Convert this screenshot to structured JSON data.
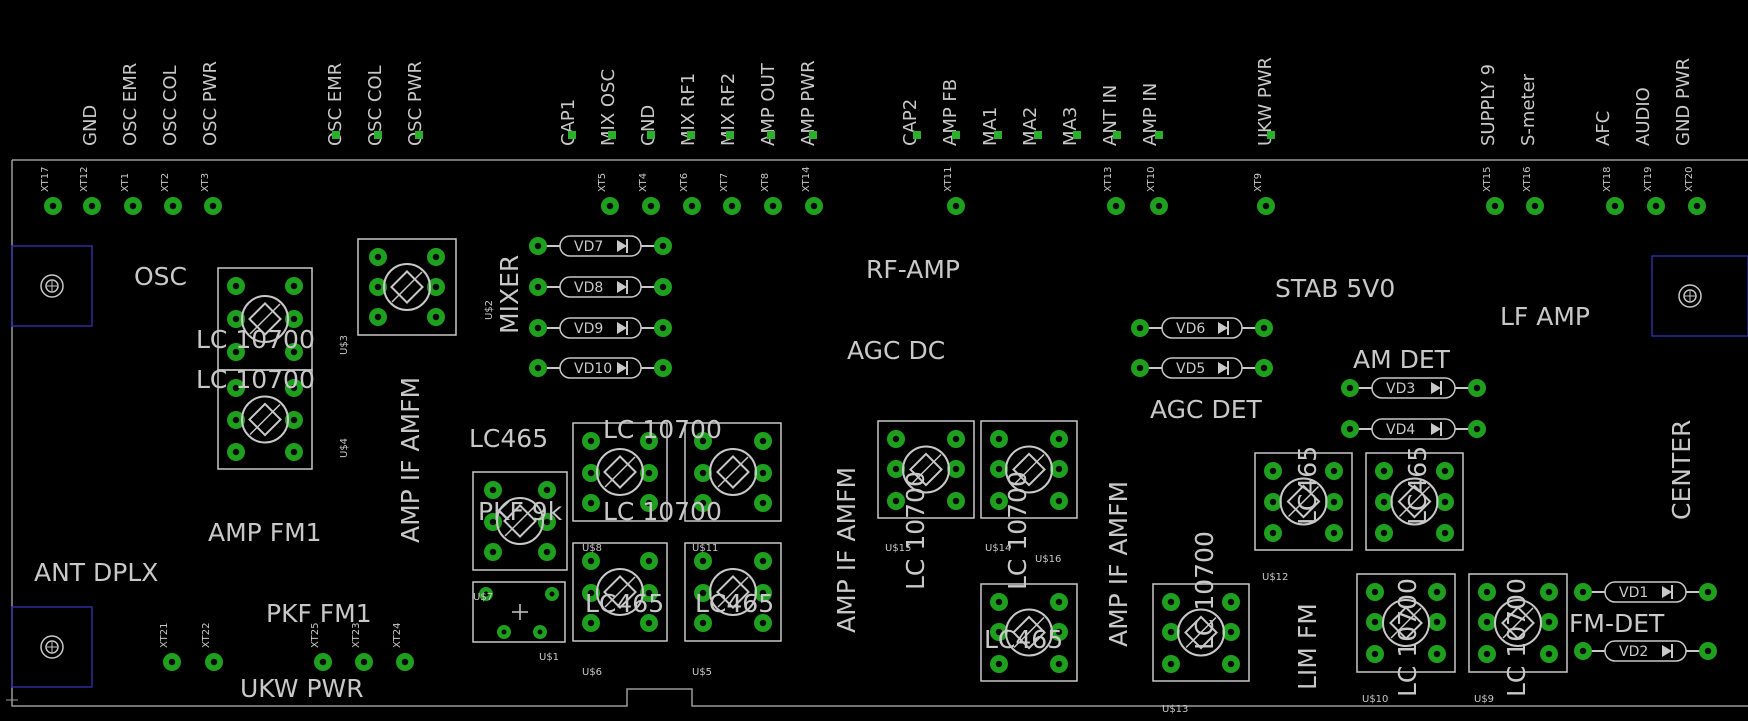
{
  "colors": {
    "background": "#000000",
    "outline": "#9a9a9a",
    "silk": "#c8c8c8",
    "pad": "#1ea01e",
    "pad_sq": "#2bb02b",
    "mount": "#2a2a9a"
  },
  "top_signals": [
    "GND",
    "OSC EMR",
    "OSC COL",
    "OSC PWR",
    "OSC EMR",
    "OSC COL",
    "OSC PWR",
    "CAP1",
    "MIX OSC",
    "GND",
    "MIX RF1",
    "MIX RF2",
    "AMP OUT",
    "AMP PWR",
    "CAP2",
    "AMP FB",
    "MA1",
    "MA2",
    "MA3",
    "ANT IN",
    "AMP IN",
    "UKW PWR",
    "SUPPLY 9",
    "S-meter",
    "AFC",
    "AUDIO",
    "GND PWR"
  ],
  "connectors": [
    "XT17",
    "XT12",
    "XT1",
    "XT2",
    "XT3",
    "XT5",
    "XT4",
    "XT6",
    "XT7",
    "XT8",
    "XT14",
    "XT11",
    "XT13",
    "XT10",
    "XT9",
    "XT15",
    "XT16",
    "XT18",
    "XT19",
    "XT20",
    "XT21",
    "XT22",
    "XT25",
    "XT23",
    "XT24"
  ],
  "diodes": [
    "VD7",
    "VD8",
    "VD9",
    "VD10",
    "VD6",
    "VD5",
    "VD3",
    "VD4",
    "VD1",
    "VD2"
  ],
  "section_labels": [
    "OSC",
    "LC 10700",
    "LC 10700",
    "AMP IF AMFM",
    "MIXER",
    "RF-AMP",
    "AGC DC",
    "STAB 5V0",
    "LF AMP",
    "AM DET",
    "AGC DET",
    "LC465",
    "LC 10700",
    "PKF 9k",
    "LC 10700",
    "AMP FM1",
    "ANT DPLX",
    "PKF FM1",
    "UKW PWR",
    "AMP IF AMFM",
    "LC465",
    "LC465",
    "LC 10700",
    "LC 10700",
    "LC465",
    "AMP IF AMFM",
    "LC 10700",
    "LIM FM",
    "LC465",
    "LC465",
    "LC 10700",
    "LC 10700",
    "FM-DET",
    "CENTER"
  ],
  "part_refs": [
    "U$2",
    "U$3",
    "U$4",
    "U$8",
    "U$11",
    "U$15",
    "U$14",
    "U$16",
    "U$12",
    "U$7",
    "U$1",
    "U$6",
    "U$5",
    "U$13",
    "U$10",
    "U$9"
  ]
}
